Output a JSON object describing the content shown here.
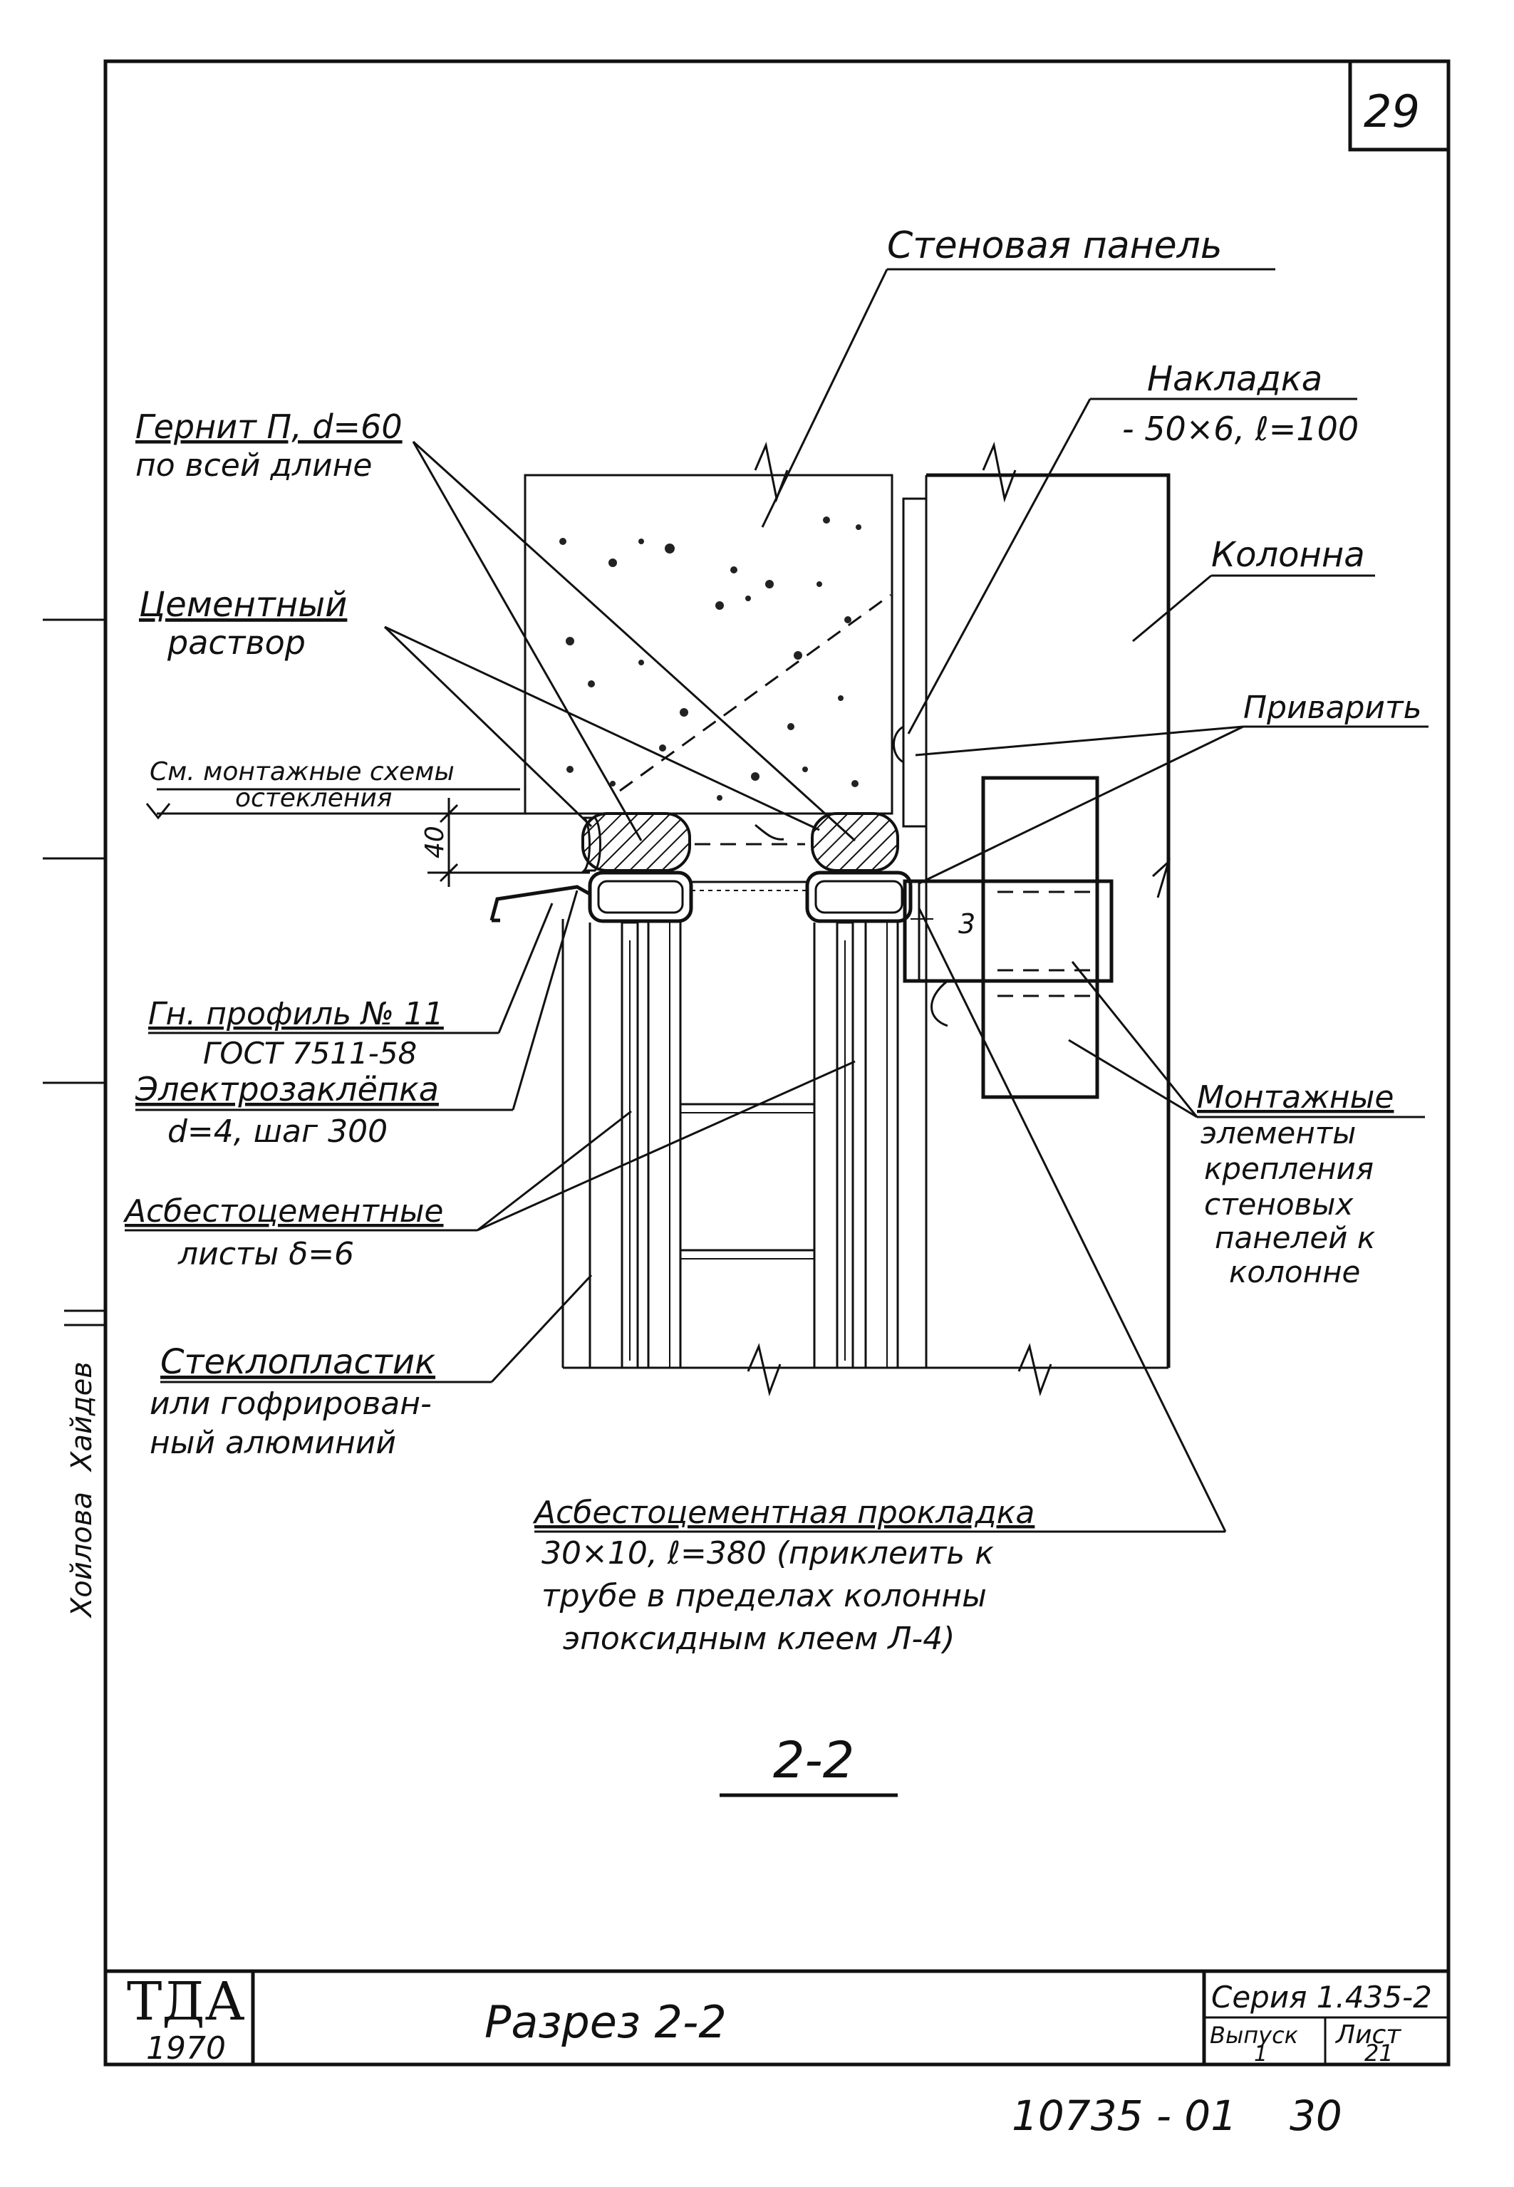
{
  "sheet": {
    "corner_number": "29",
    "section_title": "2-2"
  },
  "callouts": {
    "wall_panel": "Стеновая панель",
    "overlay_line1": "Накладка",
    "overlay_line2": "- 50×6, ℓ=100",
    "gernit_line1": "Гернит П, d=60",
    "gernit_line2": "по всей длине",
    "column": "Колонна",
    "cement_line1": "Цементный",
    "cement_line2": "раствор",
    "weld": "Приварить",
    "glazing_line1": "См. монтажные схемы",
    "glazing_line2": "остекления",
    "dim_40": "40",
    "dim_3": "3",
    "channel_line1": "Гн. профиль № 11",
    "channel_line2": "ГОСТ 7511-58",
    "rivet_line1": "Электрозаклёпка",
    "rivet_line2": "d=4, шаг 300",
    "asbestos_sheets_line1": "Асбестоцементные",
    "asbestos_sheets_line2": "листы δ=6",
    "mount_line1": "Монтажные",
    "mount_line2": "элементы",
    "mount_line3": "крепления",
    "mount_line4": "стеновых",
    "mount_line5": "панелей к",
    "mount_line6": "колонне",
    "fiberglass_line1": "Стеклопластик",
    "fiberglass_line2": "или гофрирован-",
    "fiberglass_line3": "ный алюминий",
    "gasket_line1": "Асбестоцементная прокладка",
    "gasket_line2": "30×10, ℓ=380 (приклеить к",
    "gasket_line3": "трубе в пределах колонны",
    "gasket_line4": "эпоксидным клеем Л-4)"
  },
  "margin_notes": {
    "vertical_1": "Хойлова",
    "vertical_2": "Хайдев"
  },
  "title_block": {
    "org": "ТДА",
    "year": "1970",
    "drawing_title": "Разрез 2-2",
    "series": "Серия 1.435-2",
    "issue_label": "Выпуск",
    "issue_value": "1",
    "sheet_label": "Лист",
    "sheet_value": "21"
  },
  "footer": {
    "code": "10735 - 01",
    "page": "30"
  }
}
